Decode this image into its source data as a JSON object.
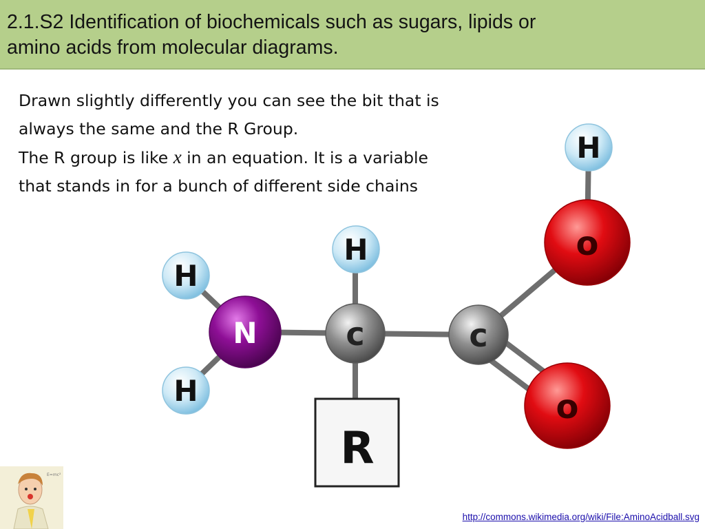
{
  "header": {
    "title_line_1": "2.1.S2 Identification of biochemicals such as sugars, lipids or",
    "title_line_2": "amino acids from molecular diagrams."
  },
  "body": {
    "line_1": "Drawn slightly differently you can see the bit that is",
    "line_2": "always the same and the R Group.",
    "line_3_before": "The R group is like ",
    "line_3_var": "x",
    "line_3_after": " in an equation. It is a variable",
    "line_4": "that stands in for a bunch of different side chains"
  },
  "diagram": {
    "atoms": {
      "h_left_top": "H",
      "h_left_bottom": "H",
      "h_top_center": "H",
      "h_top_right": "H",
      "nitrogen": "N",
      "carbon_alpha": "c",
      "carbon_carboxyl": "c",
      "oxygen_hydroxyl": "o",
      "oxygen_double": "o",
      "r_group": "R"
    },
    "colors": {
      "hydrogen": "#cde9f6",
      "nitrogen": "#8e0f96",
      "carbon": "#8e8e8e",
      "oxygen": "#e10c12",
      "bond": "#6e6e6e",
      "title_bar": "#b5cf8b"
    }
  },
  "footer": {
    "source_link": "http://commons.wikimedia.org/wiki/File:AminoAcidball.svg"
  }
}
